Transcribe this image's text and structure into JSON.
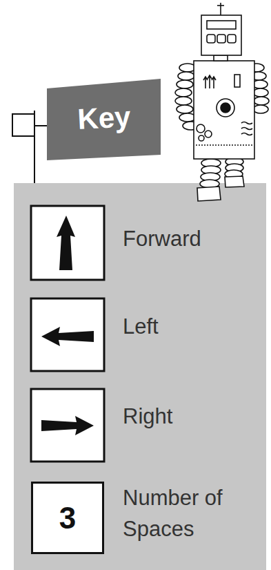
{
  "diagram": {
    "title": "Key",
    "nodes": [
      {
        "text": [
          "3"
        ]
      }
    ],
    "legend": [
      {
        "text": "Forward"
      },
      {
        "text": "Left"
      },
      {
        "text": "Right"
      },
      {
        "text": "Number of Spaces"
      }
    ]
  }
}
